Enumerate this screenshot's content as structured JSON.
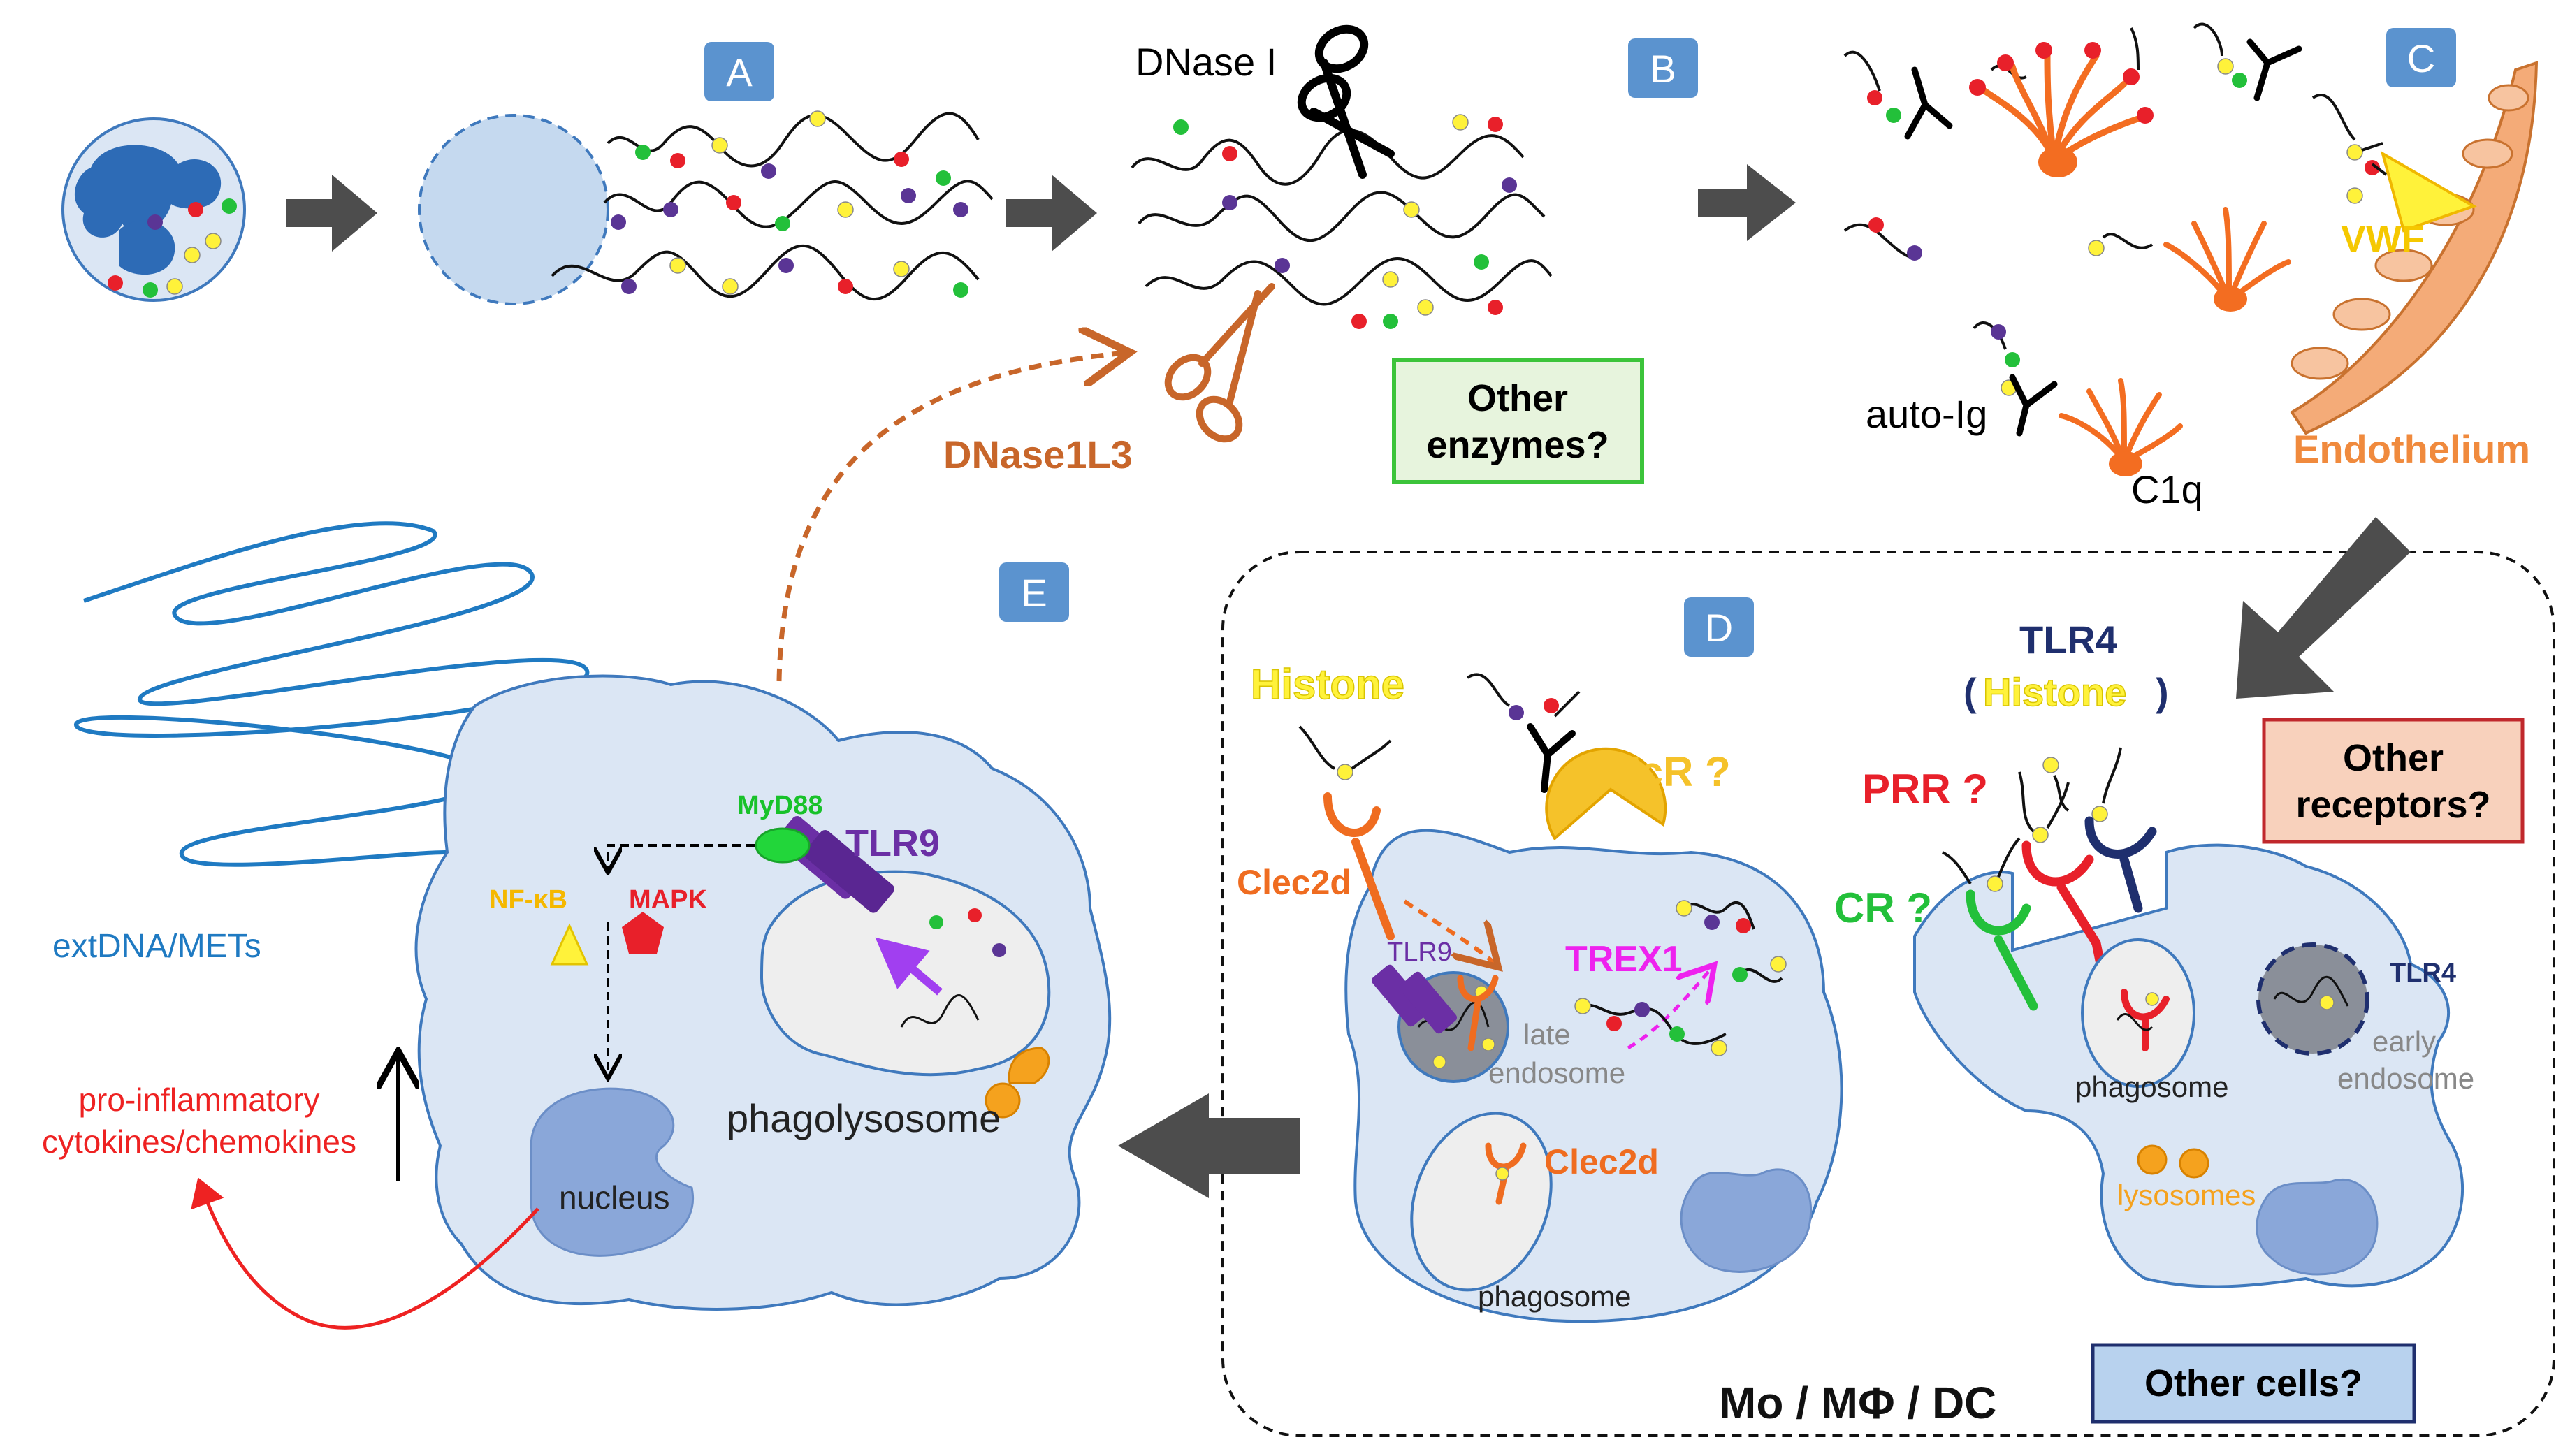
{
  "panels": {
    "a": "A",
    "b": "B",
    "c": "C",
    "d": "D",
    "e": "E"
  },
  "labels": {
    "dnase1": "DNase I",
    "dnase1l3": "DNase1L3",
    "other_enzymes_1": "Other",
    "other_enzymes_2": "enzymes?",
    "auto_ig": "auto-Ig",
    "c1q": "C1q",
    "vwf": "VWF",
    "endothelium": "Endothelium",
    "histone": "Histone",
    "fcr": "FcR ?",
    "clec2d": "Clec2d",
    "clec2d_phago": "Clec2d",
    "tlr9_small": "TLR9",
    "trex1": "TREX1",
    "late_1": "late",
    "late_2": "endosome",
    "phagosome_d": "phagosome",
    "tlr4_title": "TLR4",
    "histone_paren_open": "(",
    "histone_paren": "Histone",
    "histone_paren_close": ")",
    "prr": "PRR ?",
    "cr": "CR ?",
    "other_receptors_1": "Other",
    "other_receptors_2": "receptors?",
    "tlr4_small": "TLR4",
    "early_1": "early",
    "early_2": "endosome",
    "phagosome_r": "phagosome",
    "lysosomes": "lysosomes",
    "cells_group": "Mo / MΦ / DC",
    "other_cells": "Other cells?",
    "myd88": "MyD88",
    "tlr9": "TLR9",
    "nfkb": "NF-κB",
    "mapk": "MAPK",
    "nucleus": "nucleus",
    "phagolysosome": "phagolysosome",
    "extdna": "extDNA/METs",
    "cytokines_1": "pro-inflammatory",
    "cytokines_2": "cytokines/chemokines"
  },
  "colors": {
    "cell_fill": "#dbe6f4",
    "cell_stroke": "#3f79bd",
    "panel_box": "#5b93cf",
    "nucleus": "#8aa7d9",
    "arrow": "#4d4d4d",
    "orange_brown": "#c8662a",
    "green_box": "#e7f4dd",
    "green_border": "#3cc43a",
    "salmon_box": "#f8d1bc",
    "red_border": "#c0282c",
    "yellow": "#fff23a",
    "histone_red": "#e8202a",
    "histone_green": "#23c03a",
    "histone_purple": "#5a3595",
    "tlr9_purple": "#6b2fa5",
    "clec2d": "#ef6c20",
    "trex1": "#ee22ee",
    "tlr4_navy": "#1f2f6e",
    "vwf": "#f5c800",
    "endothelium": "#f4ab78",
    "lysosome": "#f5a21e",
    "extdna_blue": "#1f7ac2",
    "cytokines_red": "#ee2222"
  }
}
